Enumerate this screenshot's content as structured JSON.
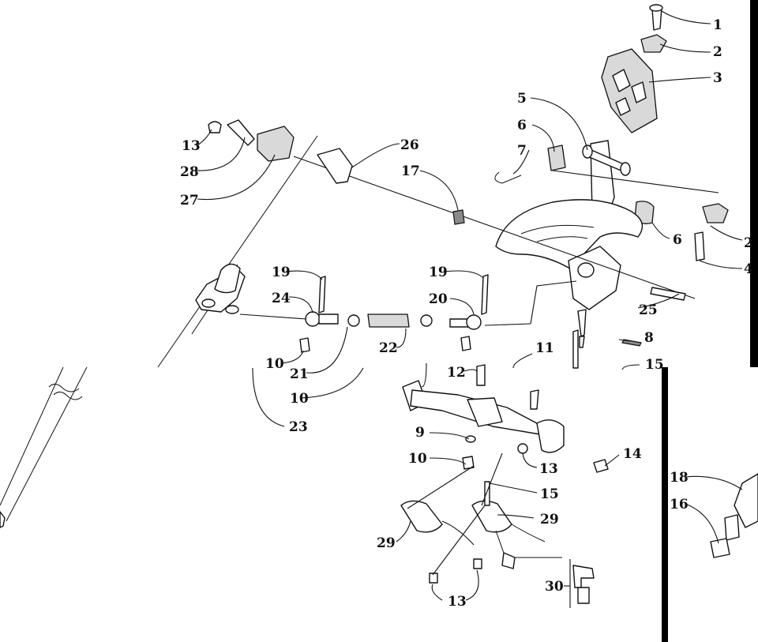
{
  "callouts": [
    {
      "id": "c1",
      "label": "1"
    },
    {
      "id": "c2a",
      "label": "2"
    },
    {
      "id": "c3",
      "label": "3"
    },
    {
      "id": "c5",
      "label": "5"
    },
    {
      "id": "c6a",
      "label": "6"
    },
    {
      "id": "c7",
      "label": "7"
    },
    {
      "id": "c6b",
      "label": "6"
    },
    {
      "id": "c2b",
      "label": "2"
    },
    {
      "id": "c4",
      "label": "4"
    },
    {
      "id": "c26",
      "label": "26"
    },
    {
      "id": "c17",
      "label": "17"
    },
    {
      "id": "c13a",
      "label": "13"
    },
    {
      "id": "c28",
      "label": "28"
    },
    {
      "id": "c27",
      "label": "27"
    },
    {
      "id": "c19a",
      "label": "19"
    },
    {
      "id": "c24",
      "label": "24"
    },
    {
      "id": "c10a",
      "label": "10"
    },
    {
      "id": "c21",
      "label": "21"
    },
    {
      "id": "c22",
      "label": "22"
    },
    {
      "id": "c10b",
      "label": "10"
    },
    {
      "id": "c23",
      "label": "23"
    },
    {
      "id": "c19b",
      "label": "19"
    },
    {
      "id": "c20",
      "label": "20"
    },
    {
      "id": "c12",
      "label": "12"
    },
    {
      "id": "c25",
      "label": "25"
    },
    {
      "id": "c8",
      "label": "8"
    },
    {
      "id": "c11",
      "label": "11"
    },
    {
      "id": "c15a",
      "label": "15"
    },
    {
      "id": "c9",
      "label": "9"
    },
    {
      "id": "c10c",
      "label": "10"
    },
    {
      "id": "c13b",
      "label": "13"
    },
    {
      "id": "c14",
      "label": "14"
    },
    {
      "id": "c15b",
      "label": "15"
    },
    {
      "id": "c29a",
      "label": "29"
    },
    {
      "id": "c29b",
      "label": "29"
    },
    {
      "id": "c13c",
      "label": "13"
    },
    {
      "id": "c30",
      "label": "30"
    },
    {
      "id": "c18",
      "label": "18"
    },
    {
      "id": "c16",
      "label": "16"
    }
  ]
}
